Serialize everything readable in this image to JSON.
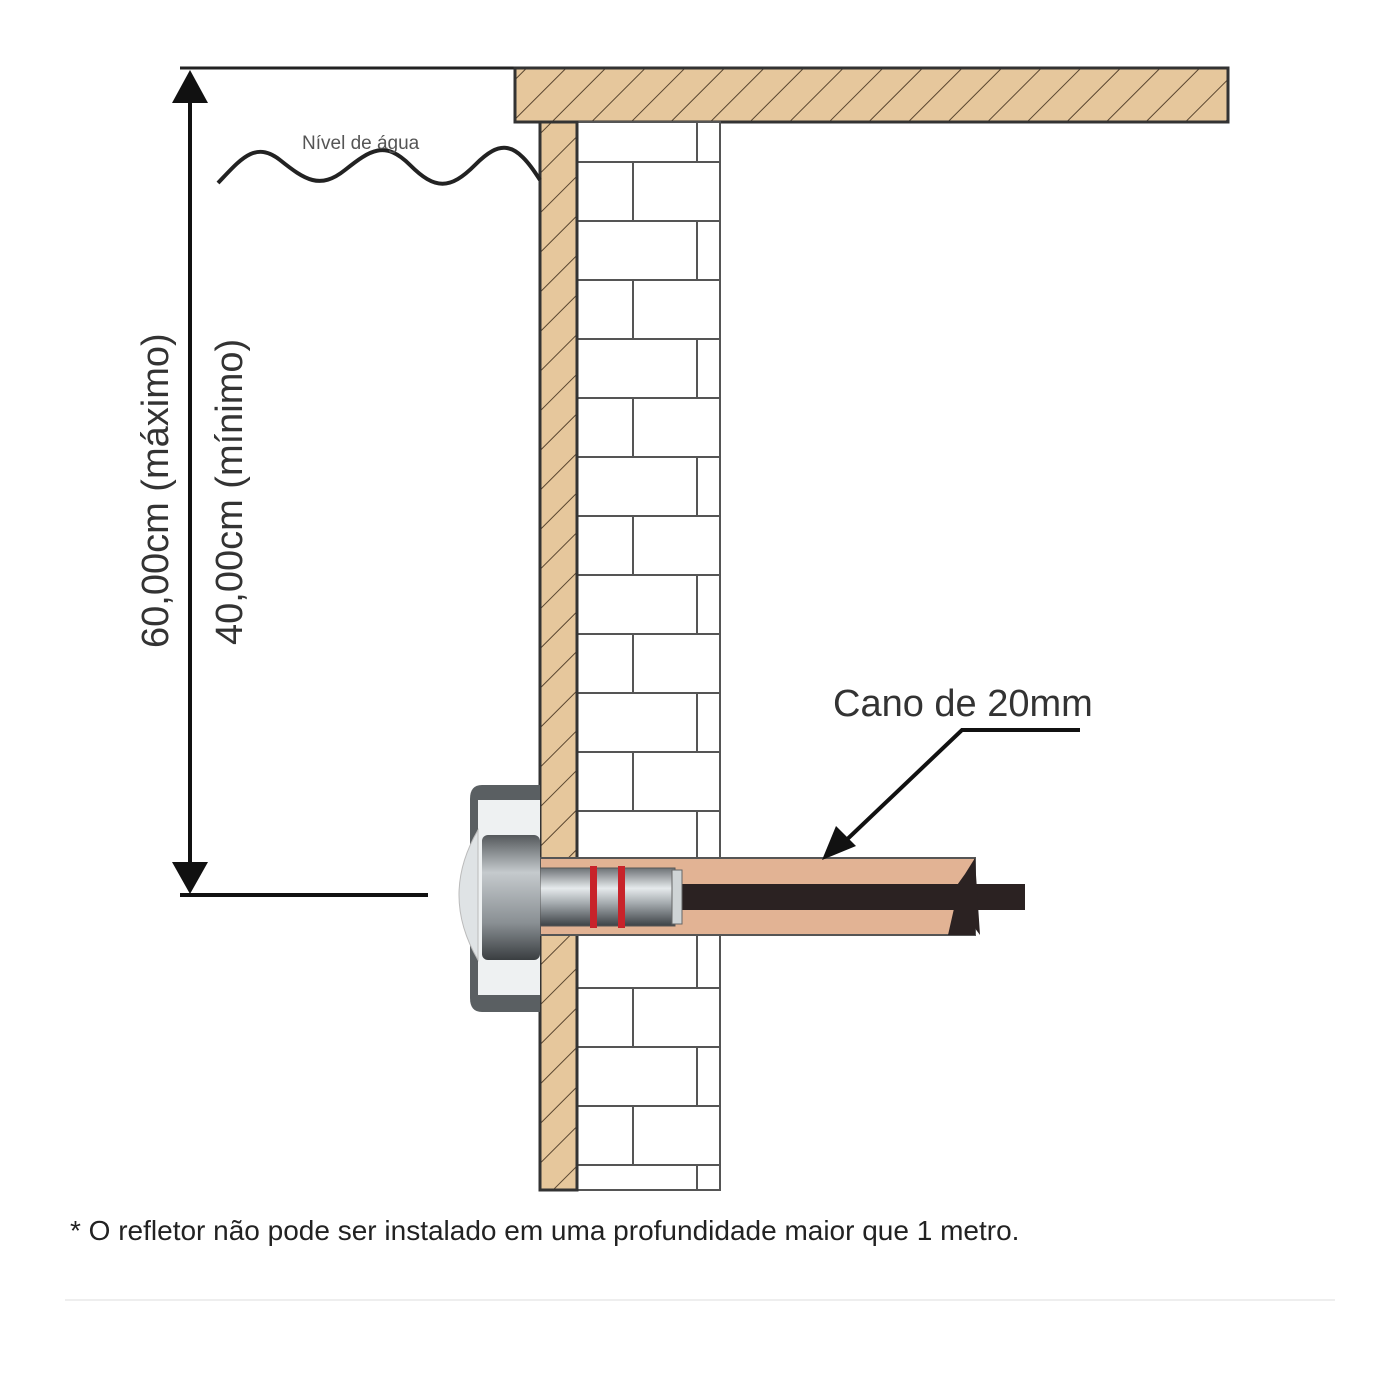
{
  "labels": {
    "water_level": "Nível de água",
    "max_depth": "60,00cm (máximo)",
    "min_depth": "40,00cm (mínimo)",
    "pipe": "Cano de 20mm",
    "footnote": "* O refletor não pode ser instalado em uma profundidade maior que 1 metro."
  },
  "colors": {
    "wood": "#e6c79c",
    "pipe": "#e2b394",
    "outline": "#2b2b2b",
    "ring": "#c8232a"
  }
}
